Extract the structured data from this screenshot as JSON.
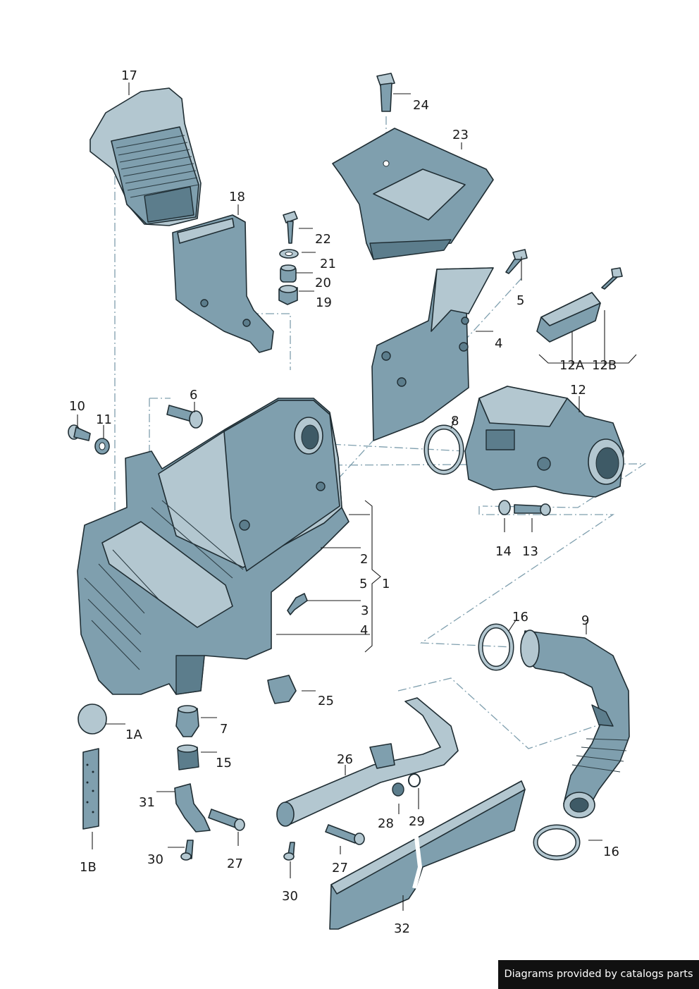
{
  "callouts": {
    "c17": "17",
    "c18": "18",
    "c22": "22",
    "c21": "21",
    "c20": "20",
    "c19": "19",
    "c24": "24",
    "c23": "23",
    "c5a": "5",
    "c4a": "4",
    "c12a": "12A",
    "c12b": "12B",
    "c12": "12",
    "c8": "8",
    "c6": "6",
    "c10": "10",
    "c11": "11",
    "c2": "2",
    "c5b": "5",
    "c1": "1",
    "c3": "3",
    "c4b": "4",
    "c14": "14",
    "c13": "13",
    "c16a": "16",
    "c9": "9",
    "c25": "25",
    "c7": "7",
    "c1a": "1A",
    "c15": "15",
    "c26": "26",
    "c31": "31",
    "c28": "28",
    "c29": "29",
    "c16b": "16",
    "c30a": "30",
    "c27a": "27",
    "c1b": "1B",
    "c27b": "27",
    "c30b": "30",
    "c32": "32"
  },
  "credit": "Diagrams provided by catalogs parts",
  "colors": {
    "part": "#7f9fae",
    "outline": "#1f2d33",
    "text": "#1a1a1a",
    "credit_bg": "#111111"
  }
}
